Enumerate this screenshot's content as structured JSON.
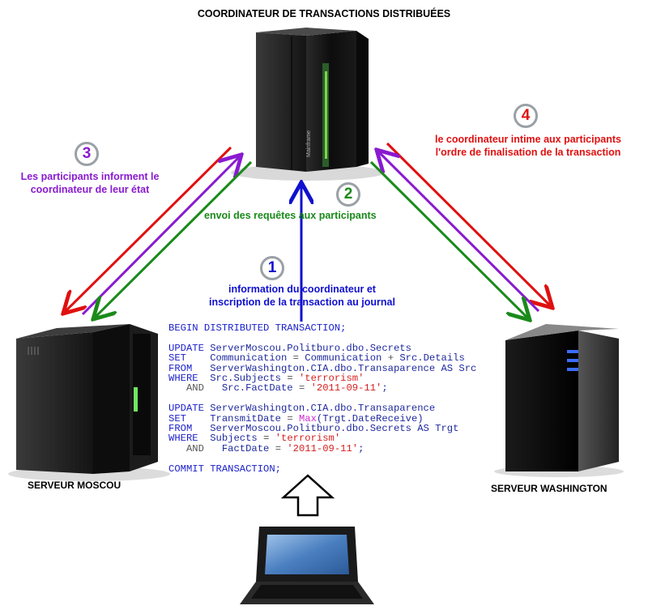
{
  "title": "COORDINATEUR DE TRANSACTIONS DISTRIBUÉES",
  "servers": {
    "moscow_label": "SERVEUR MOSCOU",
    "washington_label": "SERVEUR WASHINGTON",
    "mainframe_brand": "Mainframe"
  },
  "steps": [
    {
      "number": "1",
      "color": "#1010d0",
      "lines": [
        "information du coordinateur et",
        "inscription de la transaction au  journal"
      ]
    },
    {
      "number": "2",
      "color": "#1a8a1a",
      "lines": [
        "envoi des requêtes aux participants"
      ]
    },
    {
      "number": "3",
      "color": "#8a1ad0",
      "lines": [
        "Les participants informent le",
        "coordinateur de leur état"
      ]
    },
    {
      "number": "4",
      "color": "#e01010",
      "lines": [
        "le coordinateur intime aux participants",
        "l'ordre de finalisation de la transaction"
      ]
    }
  ],
  "sql": {
    "begin": "BEGIN DISTRIBUTED TRANSACTION;",
    "block1": {
      "update_kw": "UPDATE",
      "update_target": "ServerMoscou.Politburo.dbo.Secrets",
      "set_kw": "SET",
      "set_col": "Communication",
      "set_expr": "Communication",
      "set_plus": "+",
      "set_src": "Src.Details",
      "from_kw": "FROM",
      "from_src": "ServerWashington.CIA.dbo.Transaparence AS Src",
      "where_kw": "WHERE",
      "where_col": "Src.Subjects",
      "where_val": "'terrorism'",
      "and_kw": "AND",
      "and_col": "Src.FactDate",
      "and_val": "'2011-09-11'"
    },
    "block2": {
      "update_kw": "UPDATE",
      "update_target": "ServerWashington.CIA.dbo.Transaparence",
      "set_kw": "SET",
      "set_col": "TransmitDate",
      "set_fn": "Max",
      "set_arg": "(Trgt.DateReceive)",
      "from_kw": "FROM",
      "from_src": "ServerMoscou.Politburo.dbo.Secrets AS Trgt",
      "where_kw": "WHERE",
      "where_col": "Subjects",
      "where_val": "'terrorism'",
      "and_kw": "AND",
      "and_col": "FactDate",
      "and_val": "'2011-09-11'"
    },
    "commit": "COMMIT TRANSACTION;"
  },
  "colors": {
    "red": "#e01010",
    "purple": "#8a1ad0",
    "green": "#1a8a1a",
    "blue": "#1010d0"
  }
}
